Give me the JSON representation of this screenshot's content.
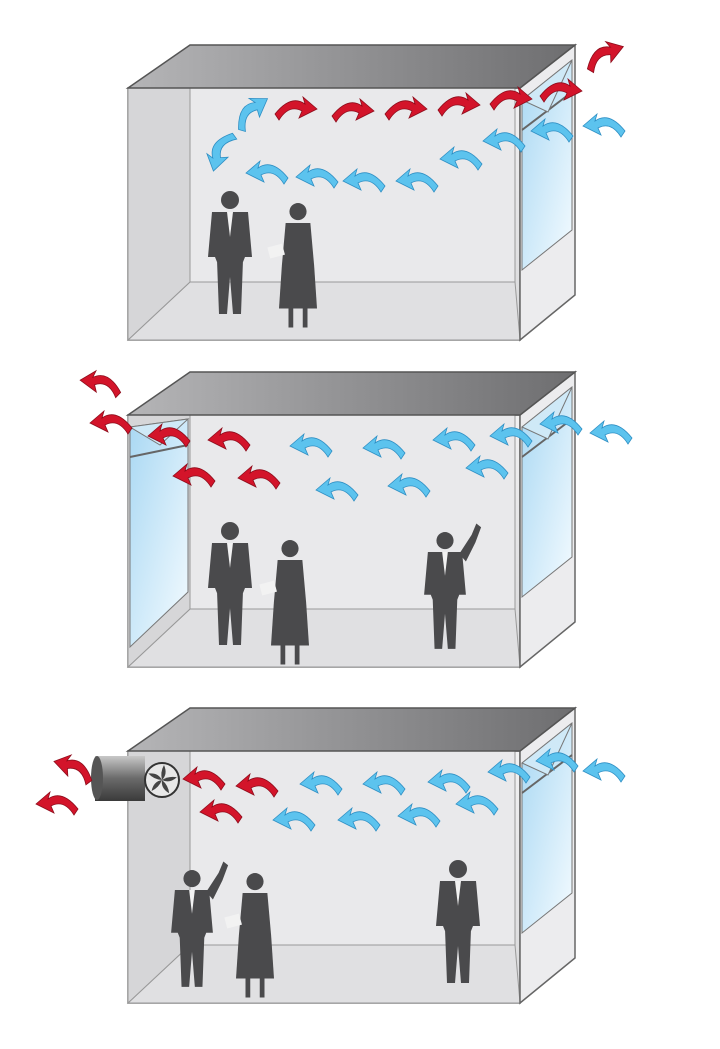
{
  "colors": {
    "warm_air": "#d3142a",
    "cool_air": "#5cc3ee",
    "silhouette": "#4a4a4c",
    "roof": "#8a8a8c",
    "wall": "#e6e6e8",
    "window": "#d8eef9"
  },
  "rooms": [
    {
      "ventilation": "single-sided",
      "icons": [
        "window-icon",
        "warm-air-arrow-icon",
        "cool-air-arrow-icon",
        "person-icon"
      ]
    },
    {
      "ventilation": "cross",
      "icons": [
        "window-icon",
        "warm-air-arrow-icon",
        "cool-air-arrow-icon",
        "person-icon"
      ]
    },
    {
      "ventilation": "mechanical-extract",
      "icons": [
        "fan-icon",
        "window-icon",
        "warm-air-arrow-icon",
        "cool-air-arrow-icon",
        "person-icon"
      ]
    }
  ]
}
